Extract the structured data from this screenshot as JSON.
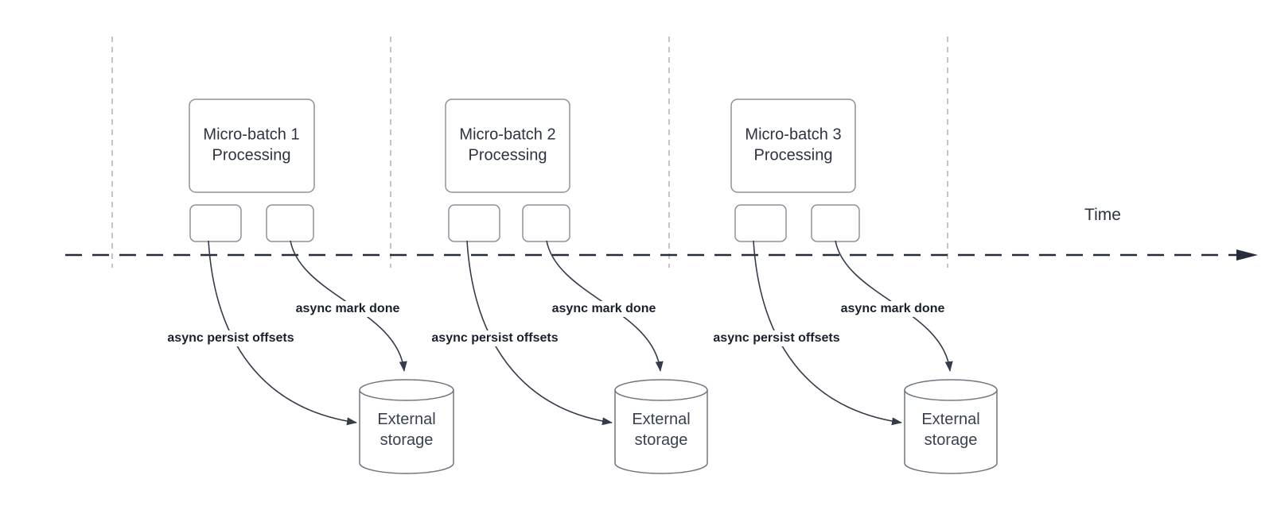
{
  "timeline": {
    "label": "Time"
  },
  "sections": [
    {
      "box_label": "Micro-batch 1\nProcessing",
      "persist_arrow_label": "async persist offsets",
      "mark_done_arrow_label": "async mark done",
      "storage_label": "External\nstorage"
    },
    {
      "box_label": "Micro-batch 2\nProcessing",
      "persist_arrow_label": "async persist offsets",
      "mark_done_arrow_label": "async mark done",
      "storage_label": "External\nstorage"
    },
    {
      "box_label": "Micro-batch 3\nProcessing",
      "persist_arrow_label": "async persist offsets",
      "mark_done_arrow_label": "async mark done",
      "storage_label": "External\nstorage"
    }
  ],
  "colors": {
    "shape_stroke": "#8d939c",
    "cylinder_stroke": "#6f767f",
    "arrow_stroke": "#343b49",
    "timeline_stroke": "#262c3a",
    "guide_stroke": "#aeb1b6",
    "text_dark": "#2d3340",
    "label_dark": "#1b202d"
  }
}
